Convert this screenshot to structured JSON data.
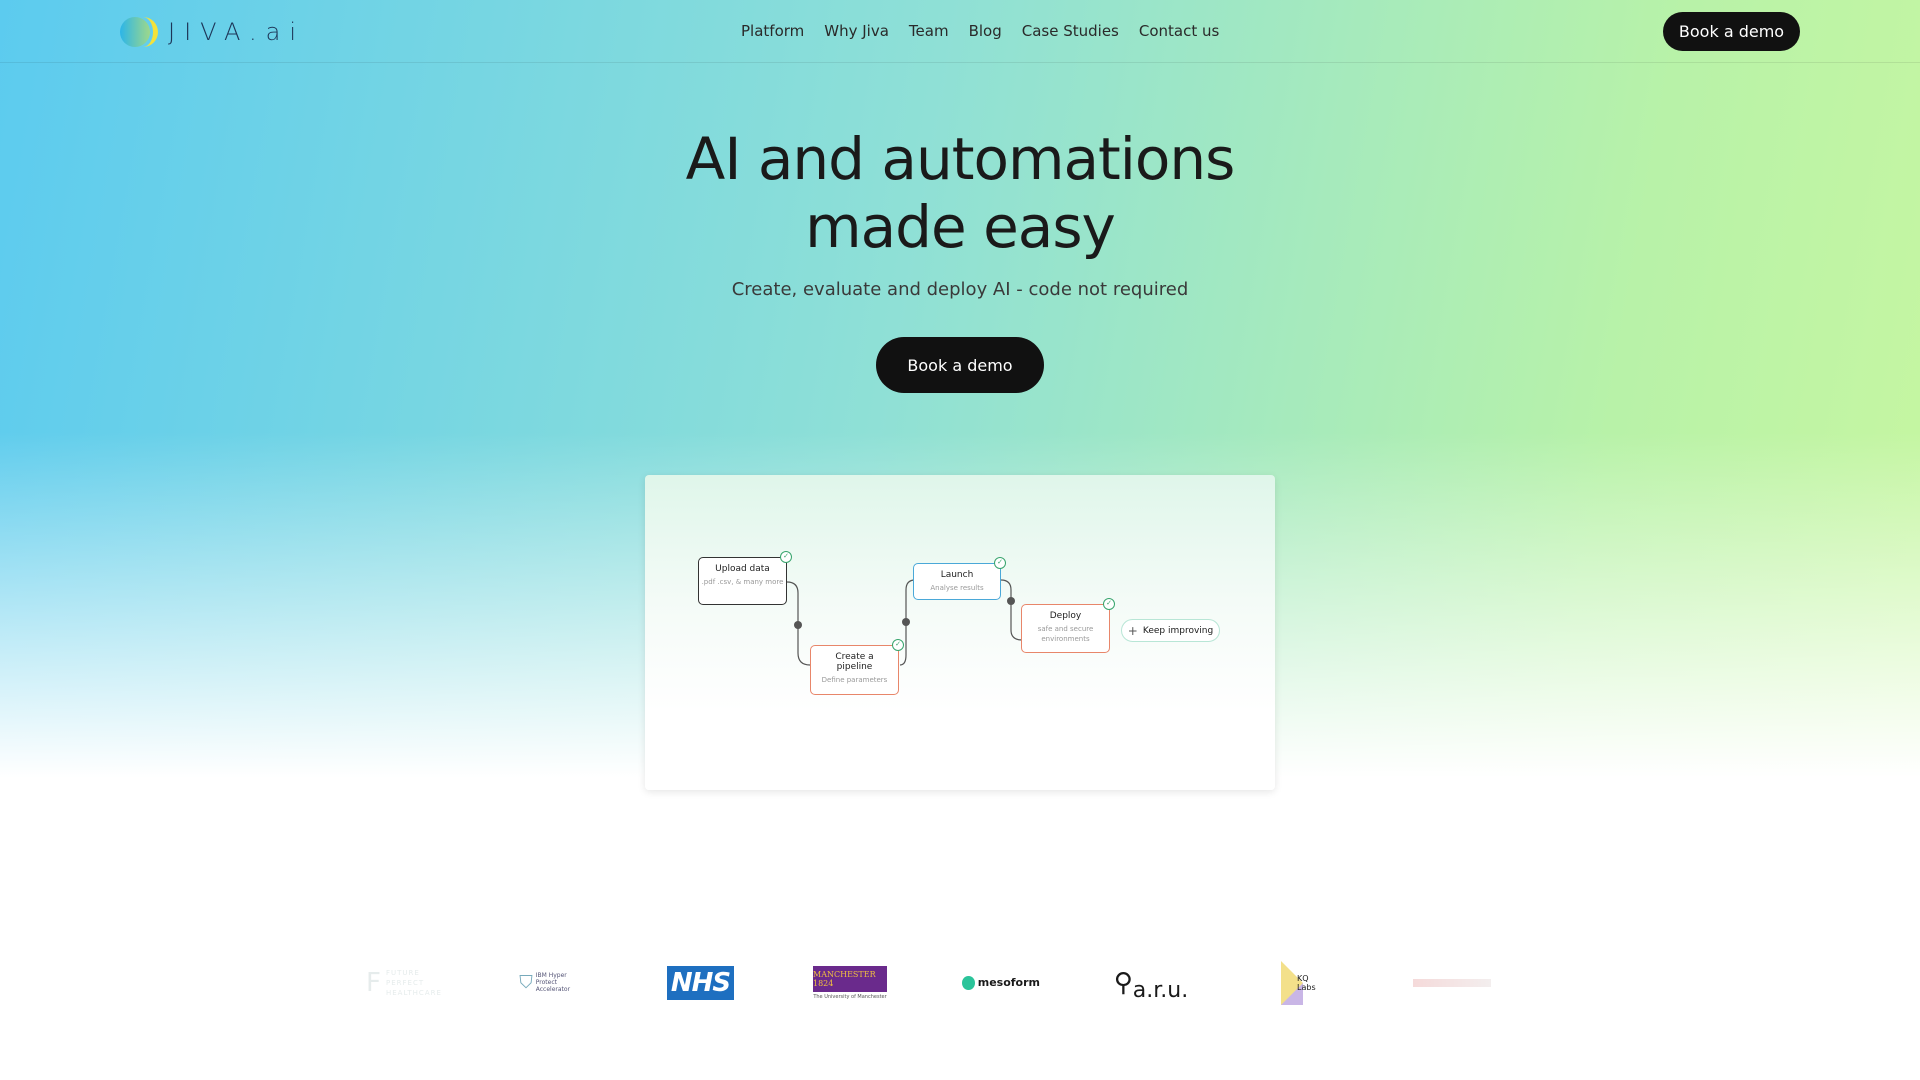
{
  "header": {
    "logo_text": "JIVA.ai",
    "nav": [
      "Platform",
      "Why Jiva",
      "Team",
      "Blog",
      "Case Studies",
      "Contact us"
    ],
    "cta": "Book a demo"
  },
  "hero": {
    "title_line1": "AI and automations",
    "title_line2": "made easy",
    "subtitle": "Create, evaluate and deploy AI - code not required",
    "cta": "Book a demo"
  },
  "diagram": {
    "nodes": [
      {
        "title": "Upload data",
        "sub": ".pdf .csv, & many more",
        "color": "#333333"
      },
      {
        "title": "Create a pipeline",
        "sub": "Define parameters",
        "color": "#e8866a"
      },
      {
        "title": "Launch",
        "sub": "Analyse results",
        "color": "#4aa8d8"
      },
      {
        "title": "Deploy",
        "sub": "safe and secure environments",
        "color": "#e8866a"
      }
    ],
    "keep": "Keep improving"
  },
  "partners": [
    "Future Perfect Healthcare",
    "IBM Hyper Protect Accelerator",
    "NHS",
    "MANCHESTER 1824",
    "The University of Manchester",
    "mesoform",
    "a.r.u.",
    "KQ Labs"
  ]
}
